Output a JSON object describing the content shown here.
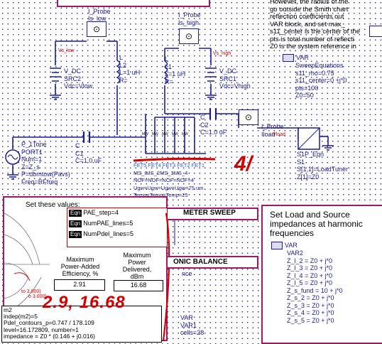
{
  "notes_top": {
    "lines": [
      "However, the radius of the",
      "go outside the Smith chart",
      "reflection coefficients out",
      "VAR block, and set max_",
      "s11_center is the center of the",
      "pts is total number of reflecti",
      "Z0 is the system reference in"
    ]
  },
  "sweep_equations": {
    "header": "VAR",
    "name": "SweepEquations",
    "lines": [
      "s11_rho=0.75",
      "s11_center=0 +j*0",
      "pts=100",
      "Z0=50"
    ]
  },
  "probes": {
    "low": {
      "type": "I_Probe",
      "name": "Is_low",
      "node": "Vs_low"
    },
    "high": {
      "type": "I_Probe",
      "name": "Is_high",
      "node": "Vs_high"
    },
    "load": {
      "type": "I_Probe",
      "name": "Iload",
      "node": "Vload"
    }
  },
  "src_low": {
    "type": "V_DC",
    "name": "SRC2",
    "value": "Vdc=Vlow"
  },
  "src_high": {
    "type": "V_DC",
    "name": "SRC1",
    "value": "Vdc=Vhigh"
  },
  "ind_left": {
    "type": "L",
    "name": "L2",
    "value": "L=1 uH",
    "r": "R="
  },
  "ind_right": {
    "type": "L",
    "name": "L1",
    "value": "L=1 uH",
    "r": "R="
  },
  "cap_right": {
    "type": "C",
    "name": "C2",
    "value": "C=1.0 uF"
  },
  "cap_left": {
    "type": "C",
    "name": "C1",
    "value": "C=1.0 uF"
  },
  "port": {
    "type": "P_1Tone",
    "lines": [
      "PORT1",
      "Num=1",
      "Z=Z_s",
      "P=dbmtow(Pavs)",
      "Freq=RFfreq"
    ]
  },
  "transistors": {
    "tags": [
      "MW",
      "MW",
      "MW",
      "MW",
      "MW"
    ],
    "labels": [
      "FET5 FET4 FET3 FET2 FET1",
      "MS_IMS_2MS_3MS_4",
      "NOF=NOF=NOF=NOF=4",
      "Ugw=Ugw=Ugw=Ugw=75 um",
      "Temp=Temp=Temp=25"
    ]
  },
  "s1p": {
    "type": "S1P_Eqn",
    "name": "S1",
    "lines": [
      "S[1,1]=LoadTuner",
      "Z[1]=Z0"
    ]
  },
  "annotation_top": "4/",
  "set_values_panel": {
    "title": "Set these values:",
    "eqns": [
      {
        "tag": "Eqn",
        "text": "PAE_step=4"
      },
      {
        "tag": "Eqn",
        "text": "NumPAE_lines=5"
      },
      {
        "tag": "Eqn",
        "text": "NumPdel_lines=5"
      }
    ]
  },
  "parameter_sweep": {
    "title": "METER SWEEP"
  },
  "harmonic_balance": {
    "title": "ONIC BALANCE",
    "sub": "nce"
  },
  "var1_fragment": {
    "lines": [
      "VAR",
      "VAR1",
      "cells=28"
    ]
  },
  "smith_marks": [
    "to 3.000)",
    "o 3.000)"
  ],
  "pae_readout": {
    "label": "Maximum\nPower-Added\nEfficiency, %",
    "value": "2.91"
  },
  "pdel_readout": {
    "label": "Maximum\nPower\nDelivered,\ndBm",
    "value": "16.68"
  },
  "marker": {
    "lines": [
      "m2",
      "indep(m2)=5",
      "Pdel_contours_p=0.747 / 178.109",
      "level=16.172809, number=1",
      "impedance = Z0 * (0.146 + j0.016)"
    ]
  },
  "annotation_bottom": "2.9, 16.68",
  "load_source_panel": {
    "title": "Set Load and Source impedances at harmonic frequencies",
    "header": "VAR",
    "name": "VAR2",
    "lines": [
      "Z_l_2 = Z0 + j*0",
      "Z_l_3 = Z0 + j*0",
      "Z_l_4 = Z0 + j*0",
      "Z_l_5 = Z0 + j*0",
      "Z_s_fund = 10 + j*0",
      "Z_s_2 = Z0 + j*0",
      "Z_s_3 = Z0 + j*0",
      "Z_s_4 = Z0 + j*0",
      "Z_s_5 = Z0 + j*0"
    ]
  }
}
